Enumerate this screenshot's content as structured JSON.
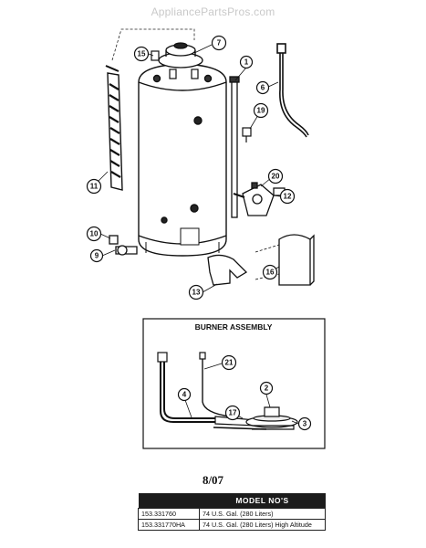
{
  "header": {
    "site": "AppliancePartsPros.com"
  },
  "inset": {
    "title": "BURNER ASSEMBLY"
  },
  "callouts": [
    {
      "id": "c1",
      "label": "1"
    },
    {
      "id": "c2",
      "label": "2"
    },
    {
      "id": "c3",
      "label": "3"
    },
    {
      "id": "c4",
      "label": "4"
    },
    {
      "id": "c6",
      "label": "6"
    },
    {
      "id": "c7",
      "label": "7"
    },
    {
      "id": "c9",
      "label": "9"
    },
    {
      "id": "c10",
      "label": "10"
    },
    {
      "id": "c11",
      "label": "11"
    },
    {
      "id": "c12",
      "label": "12"
    },
    {
      "id": "c13",
      "label": "13"
    },
    {
      "id": "c15",
      "label": "15"
    },
    {
      "id": "c16",
      "label": "16"
    },
    {
      "id": "c17",
      "label": "17"
    },
    {
      "id": "c19",
      "label": "19"
    },
    {
      "id": "c20",
      "label": "20"
    },
    {
      "id": "c21",
      "label": "21"
    }
  ],
  "footer": {
    "date": "8/07"
  },
  "models": {
    "header": "MODEL NO'S",
    "rows": [
      {
        "number": "153.331760",
        "description": "74 U.S. Gal. (280 Liters)"
      },
      {
        "number": "153.331770HA",
        "description": "74 U.S. Gal. (280 Liters) High Altitude"
      }
    ]
  }
}
